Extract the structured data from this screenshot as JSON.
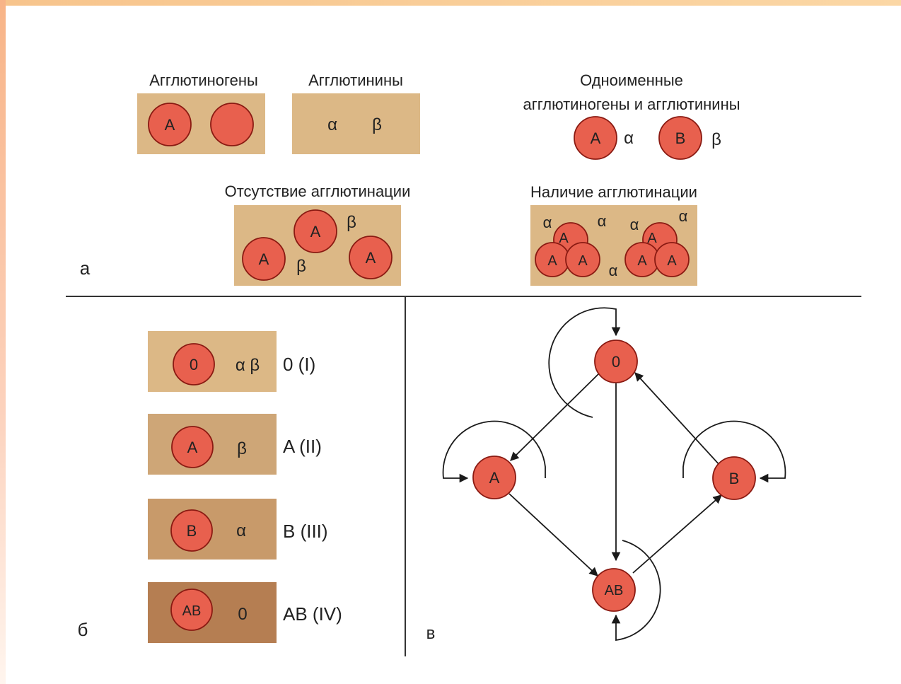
{
  "colors": {
    "cell_fill": "#e8604e",
    "cell_stroke": "#8a1a12",
    "panel_light": "#dcb886",
    "panel_mid": "#c89a6a",
    "panel_dark": "#b57e52",
    "line": "#1a1a1a"
  },
  "panel_a": {
    "section_letter": "а",
    "agglutinogens_title": "Агглютиногены",
    "agglutinins_title": "Агглютинины",
    "same_name_title_line1": "Одноименные",
    "same_name_title_line2": "агглютиногены и агглютинины",
    "no_agglutination_title": "Отсутствие агглютинации",
    "agglutination_title": "Наличие агглютинации",
    "antigen_a": "A",
    "antigen_b": "B",
    "alpha": "α",
    "beta": "β"
  },
  "panel_b": {
    "section_letter": "б",
    "groups": [
      {
        "antigen": "0",
        "antibodies": "α β",
        "name": "0 (I)"
      },
      {
        "antigen": "A",
        "antibodies": "β",
        "name": "A (II)"
      },
      {
        "antigen": "B",
        "antibodies": "α",
        "name": "B (III)"
      },
      {
        "antigen": "AB",
        "antibodies": "0",
        "name": "AB (IV)"
      }
    ]
  },
  "panel_c": {
    "section_letter": "в",
    "nodes": {
      "o": "0",
      "a": "A",
      "b": "B",
      "ab": "AB"
    }
  }
}
